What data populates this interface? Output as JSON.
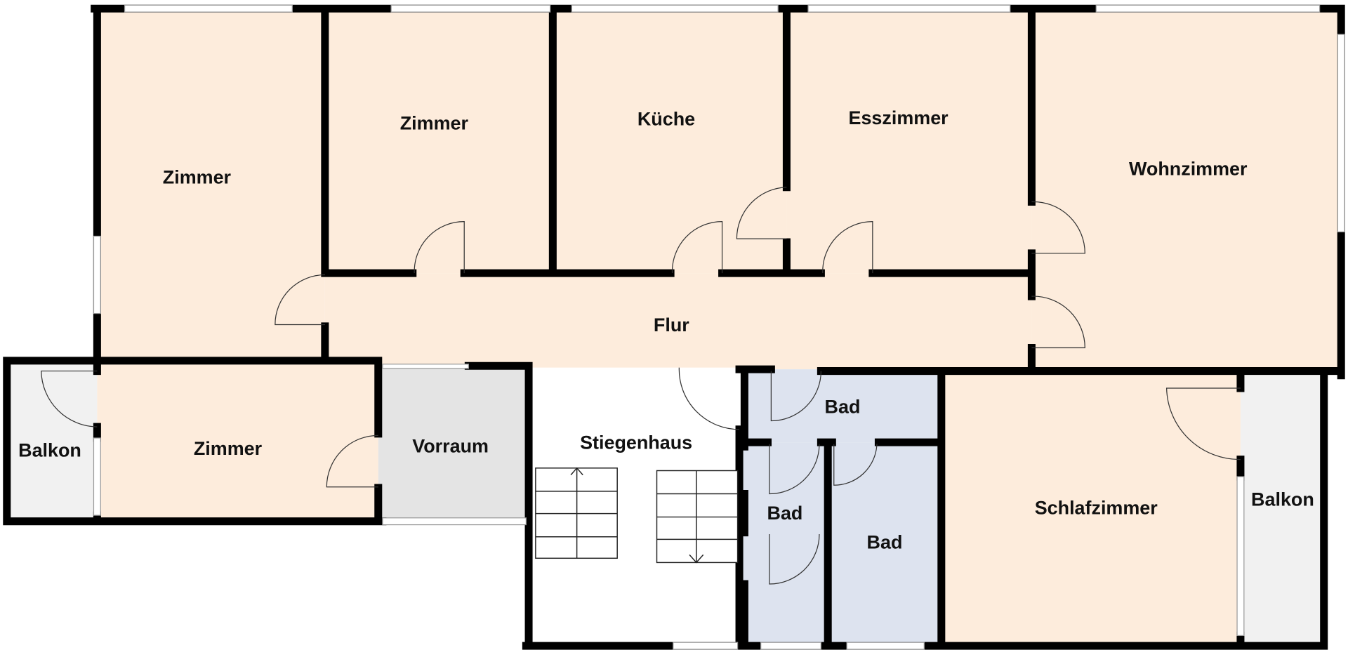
{
  "plan": {
    "colors": {
      "living": "#fdecdc",
      "hall_gray": "#e4e4e4",
      "balcony": "#f1f1f1",
      "bath": "#dde3ef",
      "wall": "#000000"
    },
    "rooms": [
      {
        "label": "Zimmer",
        "type": "living"
      },
      {
        "label": "Zimmer",
        "type": "living"
      },
      {
        "label": "Küche",
        "type": "living"
      },
      {
        "label": "Esszimmer",
        "type": "living"
      },
      {
        "label": "Wohnzimmer",
        "type": "living"
      },
      {
        "label": "Flur",
        "type": "living"
      },
      {
        "label": "Balkon",
        "type": "balcony"
      },
      {
        "label": "Zimmer",
        "type": "living"
      },
      {
        "label": "Vorraum",
        "type": "hall_gray"
      },
      {
        "label": "Stiegenhaus",
        "type": "stairwell"
      },
      {
        "label": "Bad",
        "type": "bath"
      },
      {
        "label": "Bad",
        "type": "bath"
      },
      {
        "label": "Bad",
        "type": "bath"
      },
      {
        "label": "Schlafzimmer",
        "type": "living"
      },
      {
        "label": "Balkon",
        "type": "balcony"
      }
    ]
  }
}
